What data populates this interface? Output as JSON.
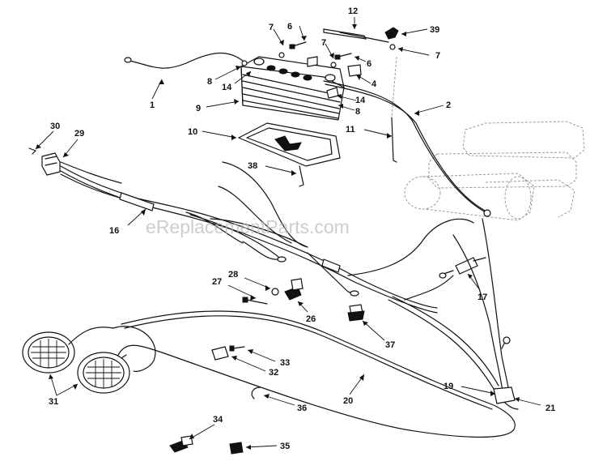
{
  "watermark": "eReplacementParts.com",
  "parts": [
    {
      "id": "p1",
      "label": "1"
    },
    {
      "id": "p2",
      "label": "2"
    },
    {
      "id": "p4",
      "label": "4"
    },
    {
      "id": "p6a",
      "label": "6"
    },
    {
      "id": "p6b",
      "label": "6"
    },
    {
      "id": "p7a",
      "label": "7"
    },
    {
      "id": "p7b",
      "label": "7"
    },
    {
      "id": "p7c",
      "label": "7"
    },
    {
      "id": "p8a",
      "label": "8"
    },
    {
      "id": "p8b",
      "label": "8"
    },
    {
      "id": "p9",
      "label": "9"
    },
    {
      "id": "p10",
      "label": "10"
    },
    {
      "id": "p11",
      "label": "11"
    },
    {
      "id": "p12",
      "label": "12"
    },
    {
      "id": "p14a",
      "label": "14"
    },
    {
      "id": "p14b",
      "label": "14"
    },
    {
      "id": "p16",
      "label": "16"
    },
    {
      "id": "p17",
      "label": "17"
    },
    {
      "id": "p19",
      "label": "19"
    },
    {
      "id": "p20",
      "label": "20"
    },
    {
      "id": "p21",
      "label": "21"
    },
    {
      "id": "p26",
      "label": "26"
    },
    {
      "id": "p27",
      "label": "27"
    },
    {
      "id": "p28",
      "label": "28"
    },
    {
      "id": "p29",
      "label": "29"
    },
    {
      "id": "p30",
      "label": "30"
    },
    {
      "id": "p31",
      "label": "31"
    },
    {
      "id": "p32",
      "label": "32"
    },
    {
      "id": "p33",
      "label": "33"
    },
    {
      "id": "p34",
      "label": "34"
    },
    {
      "id": "p35",
      "label": "35"
    },
    {
      "id": "p36",
      "label": "36"
    },
    {
      "id": "p37",
      "label": "37"
    },
    {
      "id": "p38",
      "label": "38"
    },
    {
      "id": "p39",
      "label": "39"
    }
  ]
}
